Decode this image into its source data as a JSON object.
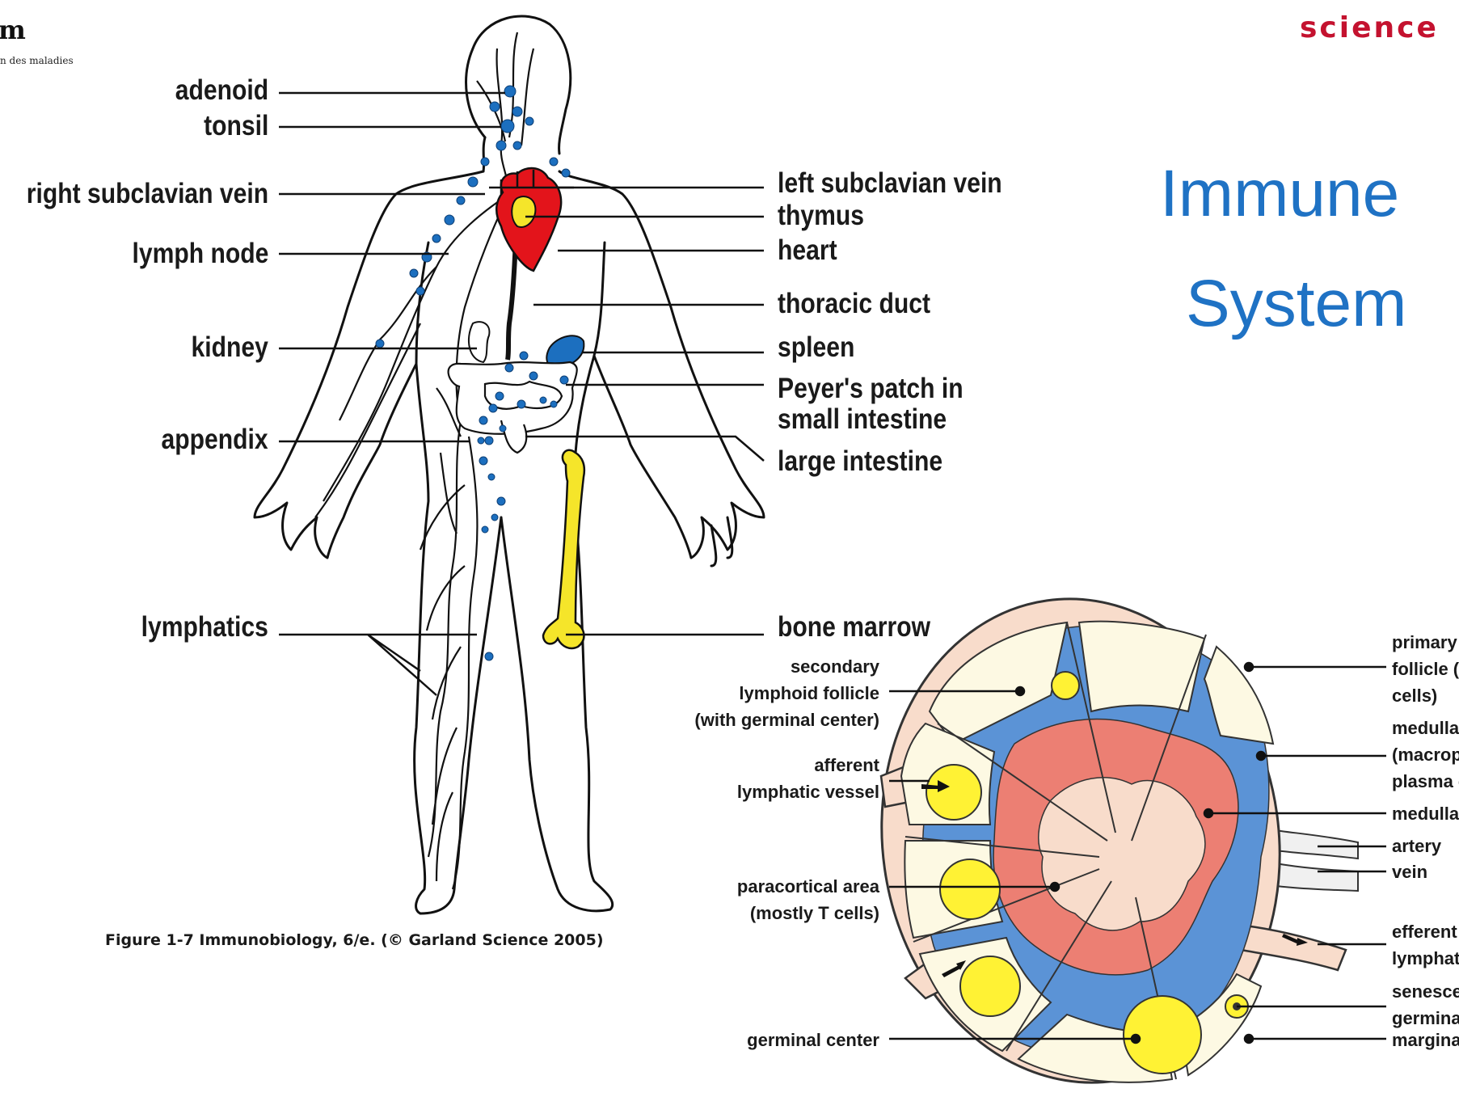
{
  "header": {
    "logo_letter": "m",
    "logo_subtext": "n des maladies",
    "brand_partial": "science"
  },
  "title": {
    "line1": "Immune",
    "line2": "System"
  },
  "body_diagram": {
    "left_labels": [
      "adenoid",
      "tonsil",
      "right subclavian vein",
      "lymph node",
      "kidney",
      "appendix",
      "lymphatics"
    ],
    "right_labels": [
      "left subclavian vein",
      "thymus",
      "heart",
      "thoracic duct",
      "spleen",
      "Peyer's patch in",
      "small intestine",
      "large intestine",
      "bone marrow"
    ],
    "caption": "Figure 1-7  Immunobiology, 6/e. (© Garland Science 2005)"
  },
  "node_diagram": {
    "left_labels": [
      {
        "line1": "secondary",
        "line2": "lymphoid follicle",
        "line3": "(with germinal center)"
      },
      {
        "line1": "afferent",
        "line2": "lymphatic vessel"
      },
      {
        "line1": "paracortical area",
        "line2": "(mostly T cells)"
      },
      {
        "line1": "germinal center"
      }
    ],
    "right_labels": [
      "primary",
      "follicle (n",
      "cells)",
      "medullar",
      "(macrop",
      "plasma c",
      "medullar",
      "artery",
      "vein",
      "efferent",
      "lymphati",
      "senesce",
      "germina",
      "margina"
    ]
  },
  "colors": {
    "title_blue": "#1f72c4",
    "brand_red": "#c4122f",
    "lymph_blue": "#1c6fbf",
    "heart_red": "#e3141b",
    "marrow_yellow": "#f5e52a",
    "node_peach": "#f8dccb",
    "node_blue": "#5b93d6",
    "node_salmon": "#ec7f73",
    "node_cream": "#fdf9e3",
    "follicle_yellow": "#fff234"
  }
}
